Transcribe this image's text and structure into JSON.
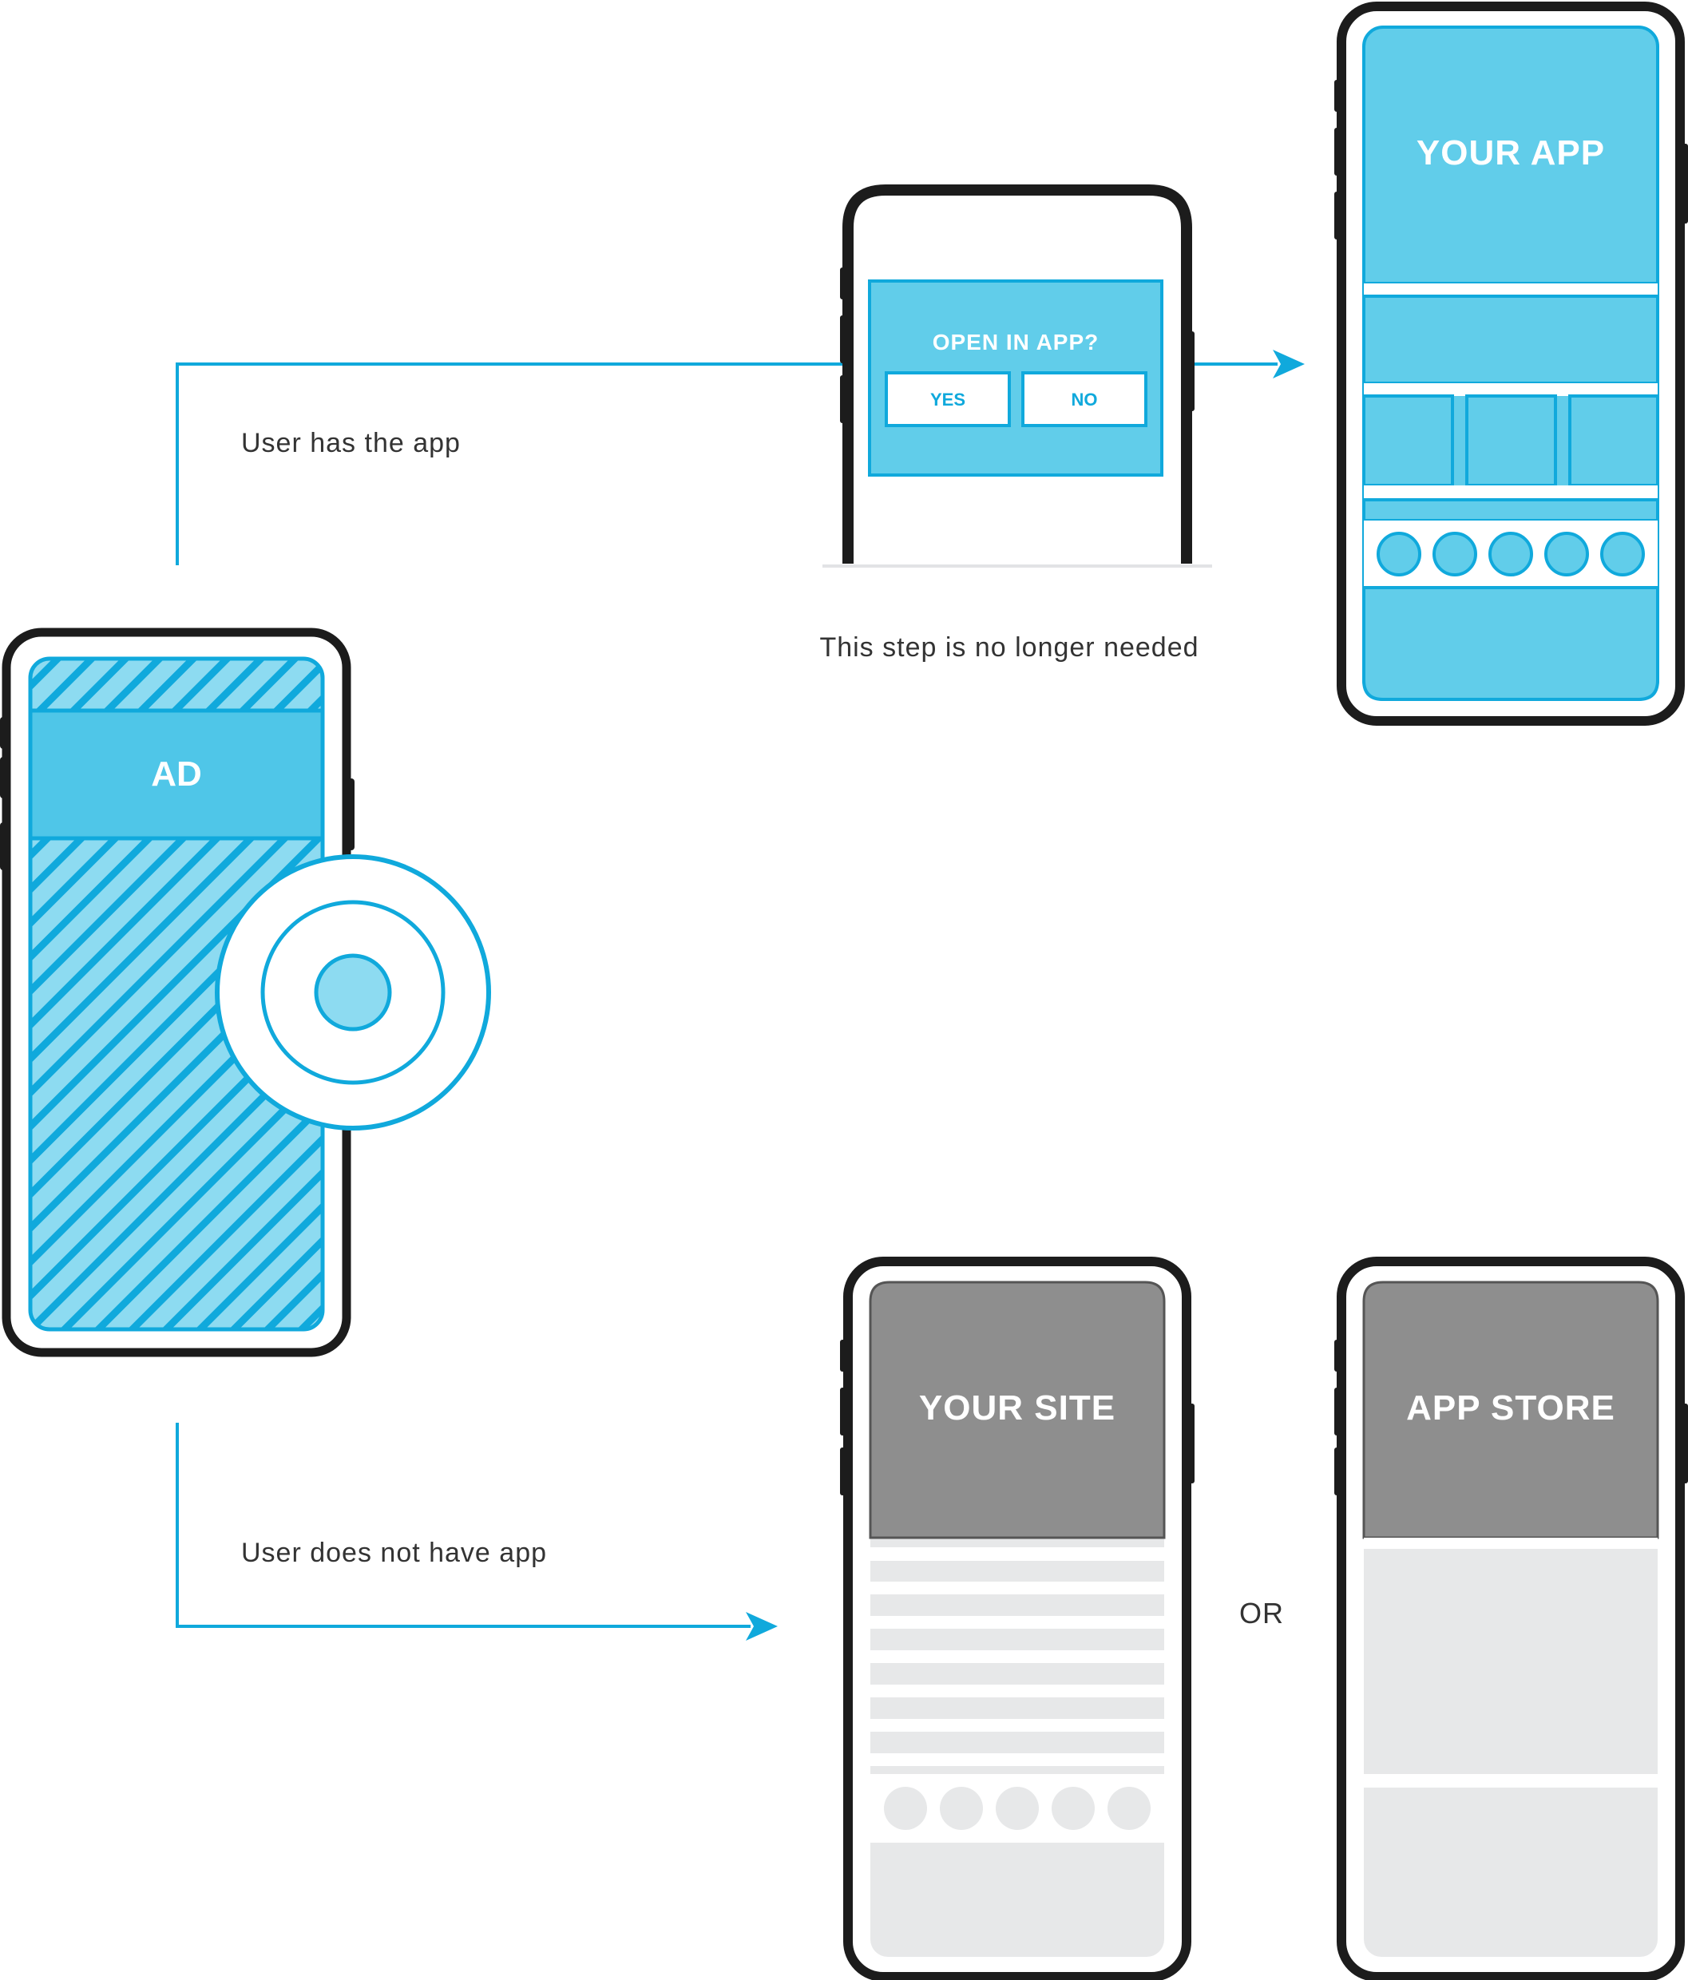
{
  "colors": {
    "accent": "#10a9dc",
    "accent_fill": "#61cdea",
    "accent_fill_deep": "#4fc6e8",
    "accent_light": "#8ddbf1",
    "phone_frame": "#1c1c1c",
    "gray_header": "#8e8e8e",
    "gray_light": "#e7e8e9",
    "text": "#333333"
  },
  "labels": {
    "ad": "AD",
    "user_has_app": "User has the app",
    "open_in_app": "OPEN IN APP?",
    "yes": "YES",
    "no": "NO",
    "step_note": "This step is no longer needed",
    "your_app": "YOUR APP",
    "user_no_app": "User does not have app",
    "your_site": "YOUR SITE",
    "or": "OR",
    "app_store": "APP STORE"
  },
  "icons": {
    "tap": "tap-target-icon",
    "arrow": "arrow-right-icon"
  }
}
